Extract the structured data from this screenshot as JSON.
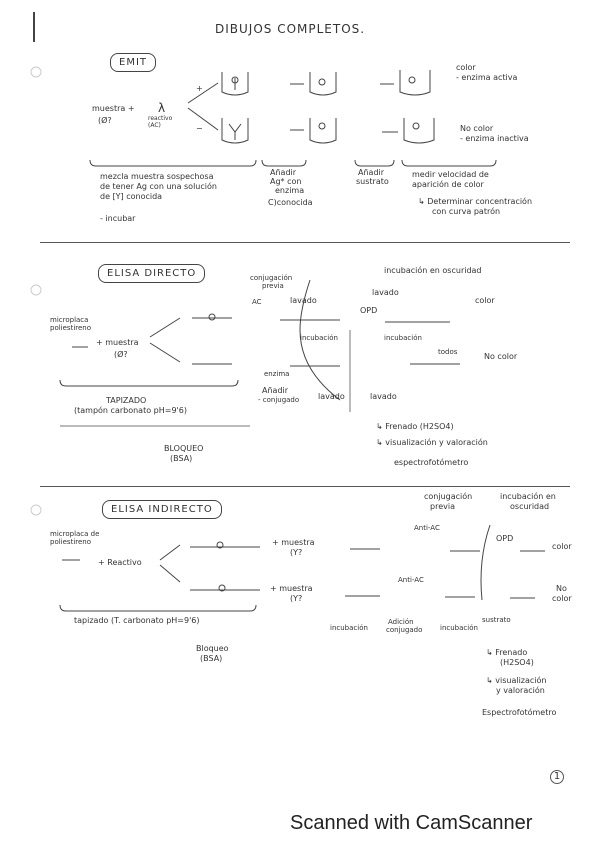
{
  "title": "DIBUJOS COMPLETOS.",
  "page_number": "1",
  "footer": "Scanned with CamScanner",
  "emit": {
    "heading": "EMIT",
    "sample": "muestra + ",
    "sample2": "(Ø?",
    "reagent": "reactivo (AC)",
    "plus_sign": "+",
    "minus_sign": "−",
    "result_pos_1": "color",
    "result_pos_2": "- enzima activa",
    "result_neg_1": "No color",
    "result_neg_2": "- enzima inactiva",
    "note_mix_1": "mezcla muestra sospechosa",
    "note_mix_2": "de tener Ag con una solución",
    "note_mix_3": "de [Y] conocida",
    "note_add_1": "Añadir",
    "note_add_2": "Ag* con",
    "note_add_3": "enzima",
    "note_add_4": "C)conocida",
    "note_subs_1": "Añadir",
    "note_subs_2": "sustrato",
    "note_meas_1": "medir velocidad de",
    "note_meas_2": "aparición de color",
    "note_conc_1": "↳ Determinar concentración",
    "note_conc_2": "con curva patrón",
    "incubate": "- incubar"
  },
  "elisa_direct": {
    "heading": "ELISA DIRECTO",
    "plate_1": "microplaca",
    "plate_2": "poliestireno",
    "sample": "+ muestra",
    "sample2": "(Ø?",
    "conj_1": "conjugación",
    "conj_2": "previa",
    "ac": "AC",
    "wash": "lavado",
    "incubation": "incubación",
    "dark_incubation": "incubación en oscuridad",
    "wash2": "lavado",
    "opd": "OPD",
    "incubation2": "incubación",
    "color_pos": "color",
    "color_neg": "No color",
    "enzyme": "enzima",
    "add_1": "Añadir",
    "add_2": "- conjugado",
    "wash3": "lavado",
    "wash4": "lavado",
    "todos": "todos",
    "coating_1": "TAPIZADO",
    "coating_2": "(tampón carbonato pH=9'6)",
    "block_1": "BLOQUEO",
    "block_2": "(BSA)",
    "stop": "↳ Frenado (H2SO4)",
    "visual": "↳ visualización y valoración",
    "spectro": "espectrofotómetro"
  },
  "elisa_indirect": {
    "heading": "ELISA INDIRECTO",
    "plate_1": "microplaca de",
    "plate_2": "poliestireno",
    "reagent": "+ Reactivo",
    "sample_a": "+ muestra",
    "sample_a2": "(Y?",
    "sample_b": "+ muestra",
    "sample_b2": "(Y?",
    "conj_1": "conjugación",
    "conj_2": "previa",
    "anti_ac": "Anti-AC",
    "anti_ac2": "Anti-AC",
    "dark_1": "incubación en",
    "dark_2": "oscuridad",
    "opd": "OPD",
    "color_pos": "color",
    "color_neg_1": "No",
    "color_neg_2": "color",
    "incubation": "incubación",
    "add_conj_1": "Adición",
    "add_conj_2": "conjugado",
    "incubation2": "incubación",
    "substrate": "sustrato",
    "coating": "tapizado (T. carbonato pH=9'6)",
    "block_1": "Bloqueo",
    "block_2": "(BSA)",
    "stop_1": "↳ Frenado",
    "stop_2": "(H2SO4)",
    "visual_1": "↳ visualización",
    "visual_2": "y valoración",
    "spectro": "Espectrofotómetro"
  }
}
